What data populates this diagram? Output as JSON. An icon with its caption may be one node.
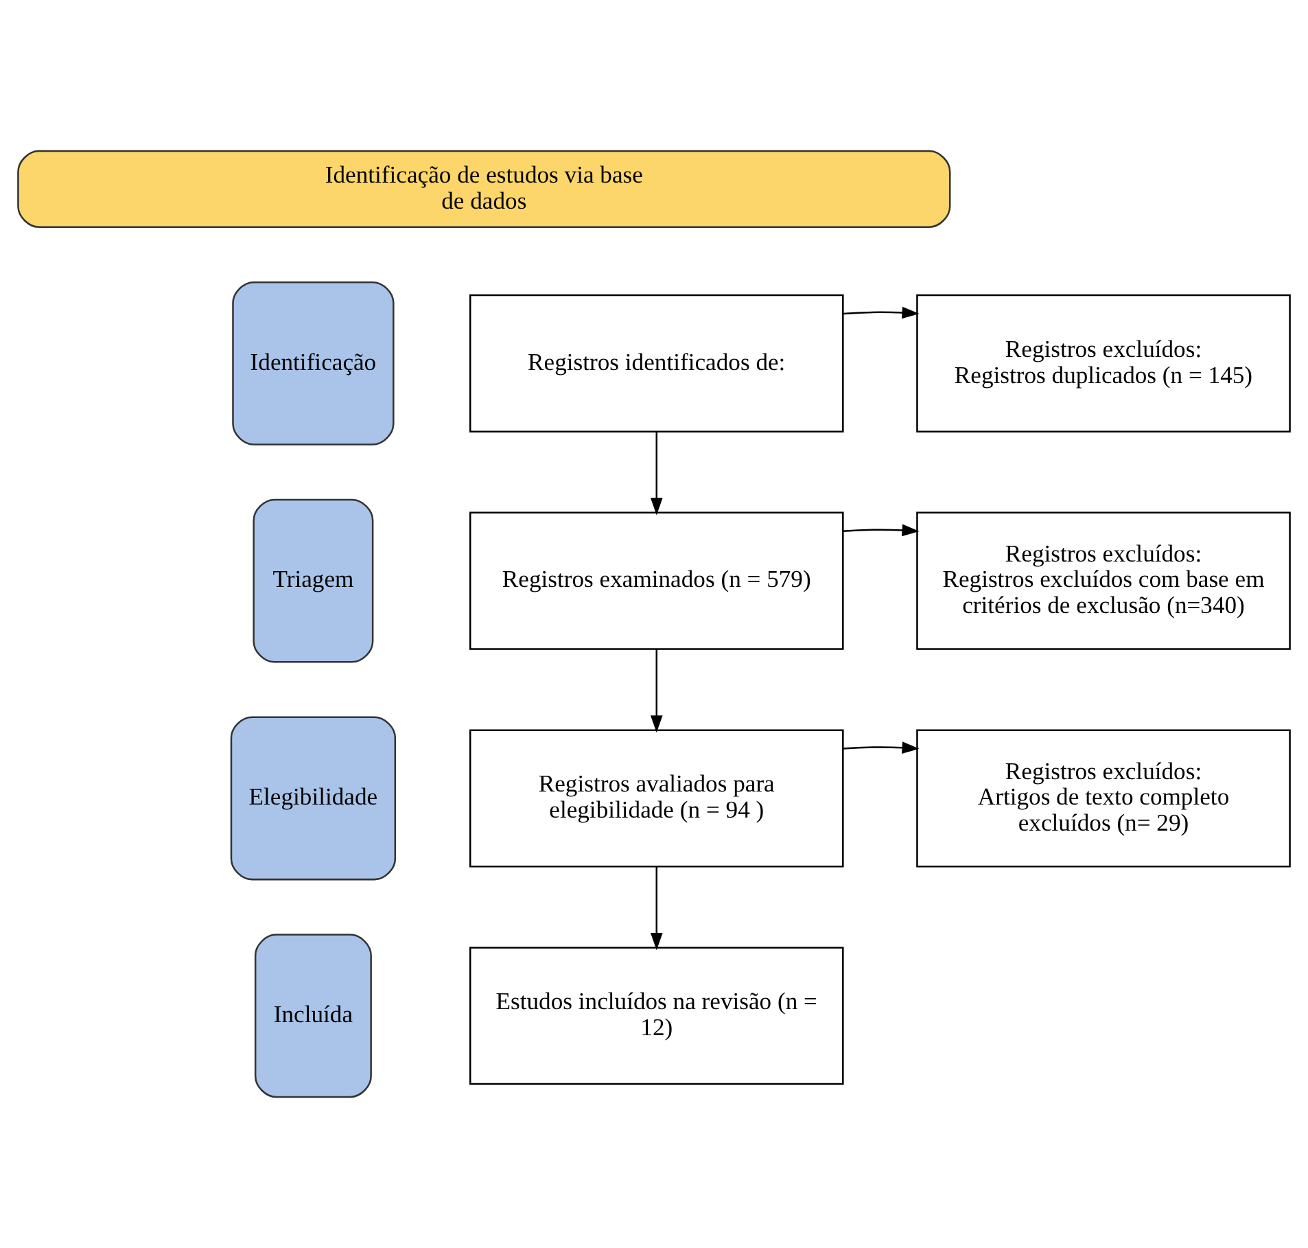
{
  "diagram": {
    "nodes": [
      {
        "text": [
          "Identificação de estudos via base de dados"
        ]
      },
      {
        "text": [
          "Identificação"
        ]
      },
      {
        "text": [
          "Registros identificados de:"
        ]
      },
      {
        "text": [
          "Registros excluídos:",
          "Registros duplicados (n = 145)"
        ]
      },
      {
        "text": [
          "Triagem"
        ]
      },
      {
        "text": [
          "Registros examinados (n = 579)"
        ]
      },
      {
        "text": [
          "Registros excluídos:",
          "Registros excluídos com base em critérios de exclusão (n=340)"
        ]
      },
      {
        "text": [
          "Elegibilidade"
        ]
      },
      {
        "text": [
          "Registros avaliados para elegibilidade (n = 94 )"
        ]
      },
      {
        "text": [
          "Registros excluídos:",
          "Artigos de texto completo excluídos (n= 29)"
        ]
      },
      {
        "text": [
          "Incluída"
        ]
      },
      {
        "text": [
          "Estudos incluídos na revisão (n = 12)"
        ]
      }
    ],
    "edges": [
      {
        "from": 2,
        "to": 3,
        "arrow": "to"
      },
      {
        "from": 2,
        "to": 5,
        "arrow": "to"
      },
      {
        "from": 5,
        "to": 6,
        "arrow": "to"
      },
      {
        "from": 5,
        "to": 8,
        "arrow": "to"
      },
      {
        "from": 8,
        "to": 9,
        "arrow": "to"
      },
      {
        "from": 8,
        "to": 11,
        "arrow": "to"
      }
    ]
  }
}
